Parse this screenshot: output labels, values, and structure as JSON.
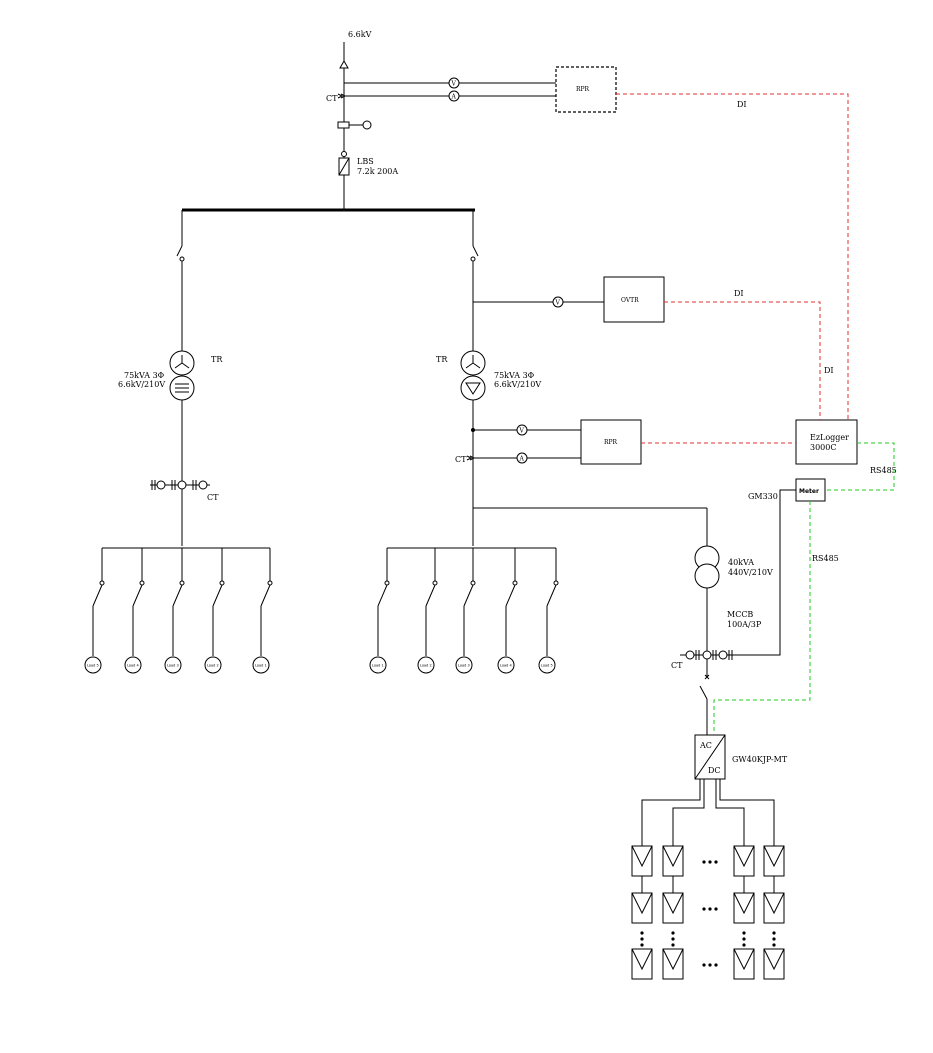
{
  "source_voltage": "6.6kV",
  "top": {
    "ct_label": "CT",
    "meter_v": "V",
    "meter_a": "A",
    "relay_box_label": "RPR",
    "di_label": "DI",
    "lbs_label": "LBS",
    "lbs_rating": "7.2k  200A"
  },
  "left_branch": {
    "tr_label": "TR",
    "tr_rating_line1": "75kVA 3Φ",
    "tr_rating_line2": "6.6kV/210V",
    "ct_label": "CT",
    "loads": [
      "Load 5",
      "Load 4",
      "Load 3",
      "Load 2",
      "Load 1"
    ]
  },
  "right_branch": {
    "tr_label": "TR",
    "tr_rating_line1": "75kVA 3Φ",
    "tr_rating_line2": "6.6kV/210V",
    "ct_label": "CT",
    "ovtr_label": "OVTR",
    "ovtr_di_label": "DI",
    "di_label": "DI",
    "rpr_label": "RPR",
    "meter_v": "V",
    "meter_a": "A",
    "loads": [
      "Load 1",
      "Load 2",
      "Load 3",
      "Load 4",
      "Load 5"
    ]
  },
  "logger": {
    "line1": "EzLogger",
    "line2": "3000C",
    "rs485_label_1": "RS485",
    "meter_label": "Meter",
    "meter_model": "GM330",
    "rs485_label_2": "RS485"
  },
  "pv": {
    "transformer_line1": "40kVA",
    "transformer_line2": "440V/210V",
    "mccb_line1": "MCCB",
    "mccb_line2": "100A/3P",
    "ct_label": "CT",
    "inverter_ac": "AC",
    "inverter_dc": "DC",
    "inverter_model": "GW40KJP-MT"
  }
}
